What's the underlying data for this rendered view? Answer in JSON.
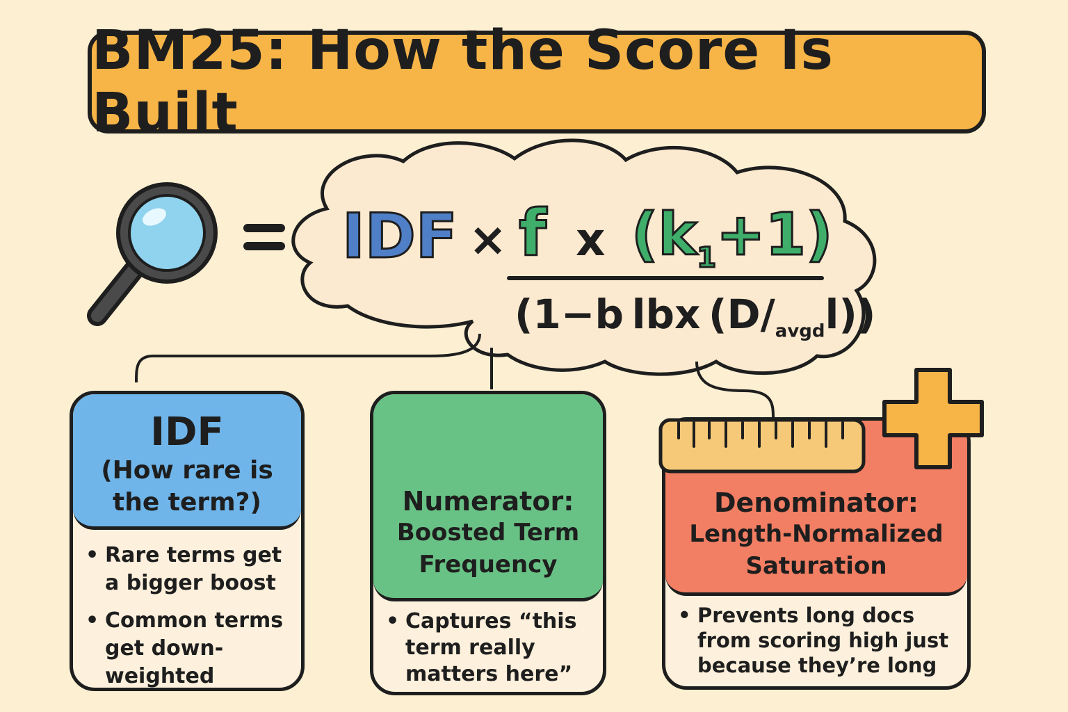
{
  "title": "BM25: How the Score Is Built",
  "formula": {
    "equals": "=",
    "idf": "IDF",
    "times": "×",
    "f": "f",
    "times2": "x",
    "numerator_open": "(k",
    "numerator_sub": "1",
    "numerator_close": "+1)",
    "denominator_main": "(1−b lbx (D/",
    "denominator_sub": "avgd",
    "denominator_close": "l))"
  },
  "cards": {
    "idf": {
      "heading": "IDF",
      "subheading": "(How rare is the term?)",
      "bullets": [
        "Rare terms get a bigger boost",
        "Common terms get down-weighted"
      ],
      "color": "#6fb5ea"
    },
    "numerator": {
      "heading": "Numerator:",
      "subheading": "Boosted Term Frequency",
      "bullets": [
        "Captures “this term really matters here”"
      ],
      "color": "#69c285"
    },
    "denominator": {
      "heading": "Denominator:",
      "subheading": "Length-Normalized Saturation",
      "bullets": [
        "Prevents long docs from scoring high just because they’re long"
      ],
      "color": "#f27e63"
    }
  },
  "icons": {
    "search": "magnifying-glass-icon",
    "trend": "trend-arrow-icon",
    "ruler": "ruler-icon",
    "plus": "plus-icon"
  },
  "colors": {
    "background": "#fcefd2",
    "title": "#f7b447",
    "idf_text": "#4f7fc7",
    "f_text": "#3fae6a",
    "plus": "#f7b447",
    "ruler": "#f6c979"
  }
}
